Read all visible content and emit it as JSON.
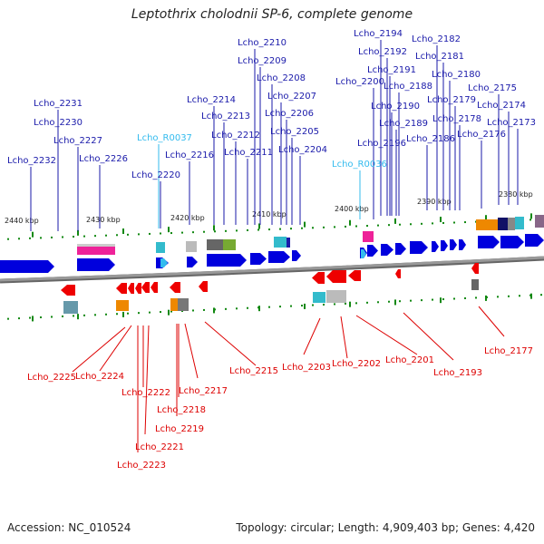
{
  "title": "Leptothrix cholodnii SP-6, complete genome",
  "footer": {
    "accession": "Accession: NC_010524",
    "summary": "Topology: circular; Length: 4,909,403 bp; Genes: 4,420"
  },
  "colors": {
    "forward": "#0000dd",
    "reverse": "#ee0000",
    "rna": "#33bbee",
    "forward_label": "#1a1aaa",
    "reverse_label": "#dd0000",
    "backbone": "#999999",
    "tick": "#118811"
  },
  "kbp_marks": [
    "2440 kbp",
    "2430 kbp",
    "2420 kbp",
    "2410 kbp",
    "2400 kbp",
    "2390 kbp",
    "2380 kbp"
  ],
  "top_labels": [
    {
      "text": "Lcho_2232",
      "type": "gene"
    },
    {
      "text": "Lcho_2231",
      "type": "gene"
    },
    {
      "text": "Lcho_2230",
      "type": "gene"
    },
    {
      "text": "Lcho_2227",
      "type": "gene"
    },
    {
      "text": "Lcho_2226",
      "type": "gene"
    },
    {
      "text": "Lcho_R0037",
      "type": "rna"
    },
    {
      "text": "Lcho_2220",
      "type": "gene"
    },
    {
      "text": "Lcho_2216",
      "type": "gene"
    },
    {
      "text": "Lcho_2214",
      "type": "gene"
    },
    {
      "text": "Lcho_2213",
      "type": "gene"
    },
    {
      "text": "Lcho_2212",
      "type": "gene"
    },
    {
      "text": "Lcho_2211",
      "type": "gene"
    },
    {
      "text": "Lcho_2210",
      "type": "gene"
    },
    {
      "text": "Lcho_2209",
      "type": "gene"
    },
    {
      "text": "Lcho_2208",
      "type": "gene"
    },
    {
      "text": "Lcho_2207",
      "type": "gene"
    },
    {
      "text": "Lcho_2206",
      "type": "gene"
    },
    {
      "text": "Lcho_2205",
      "type": "gene"
    },
    {
      "text": "Lcho_2204",
      "type": "gene"
    },
    {
      "text": "Lcho_R0036",
      "type": "rna"
    },
    {
      "text": "Lcho_2200",
      "type": "gene"
    },
    {
      "text": "Lcho_2196",
      "type": "gene"
    },
    {
      "text": "Lcho_2194",
      "type": "gene"
    },
    {
      "text": "Lcho_2192",
      "type": "gene"
    },
    {
      "text": "Lcho_2191",
      "type": "gene"
    },
    {
      "text": "Lcho_2190",
      "type": "gene"
    },
    {
      "text": "Lcho_2189",
      "type": "gene"
    },
    {
      "text": "Lcho_2188",
      "type": "gene"
    },
    {
      "text": "Lcho_2186",
      "type": "gene"
    },
    {
      "text": "Lcho_2182",
      "type": "gene"
    },
    {
      "text": "Lcho_2181",
      "type": "gene"
    },
    {
      "text": "Lcho_2180",
      "type": "gene"
    },
    {
      "text": "Lcho_2179",
      "type": "gene"
    },
    {
      "text": "Lcho_2178",
      "type": "gene"
    },
    {
      "text": "Lcho_2176",
      "type": "gene"
    },
    {
      "text": "Lcho_2175",
      "type": "gene"
    },
    {
      "text": "Lcho_2174",
      "type": "gene"
    },
    {
      "text": "Lcho_2173",
      "type": "gene"
    }
  ],
  "bottom_labels": [
    {
      "text": "Lcho_2225"
    },
    {
      "text": "Lcho_2224"
    },
    {
      "text": "Lcho_2222"
    },
    {
      "text": "Lcho_2223"
    },
    {
      "text": "Lcho_2221"
    },
    {
      "text": "Lcho_2219"
    },
    {
      "text": "Lcho_2218"
    },
    {
      "text": "Lcho_2217"
    },
    {
      "text": "Lcho_2215"
    },
    {
      "text": "Lcho_2203"
    },
    {
      "text": "Lcho_2202"
    },
    {
      "text": "Lcho_2201"
    },
    {
      "text": "Lcho_2193"
    },
    {
      "text": "Lcho_2177"
    }
  ]
}
